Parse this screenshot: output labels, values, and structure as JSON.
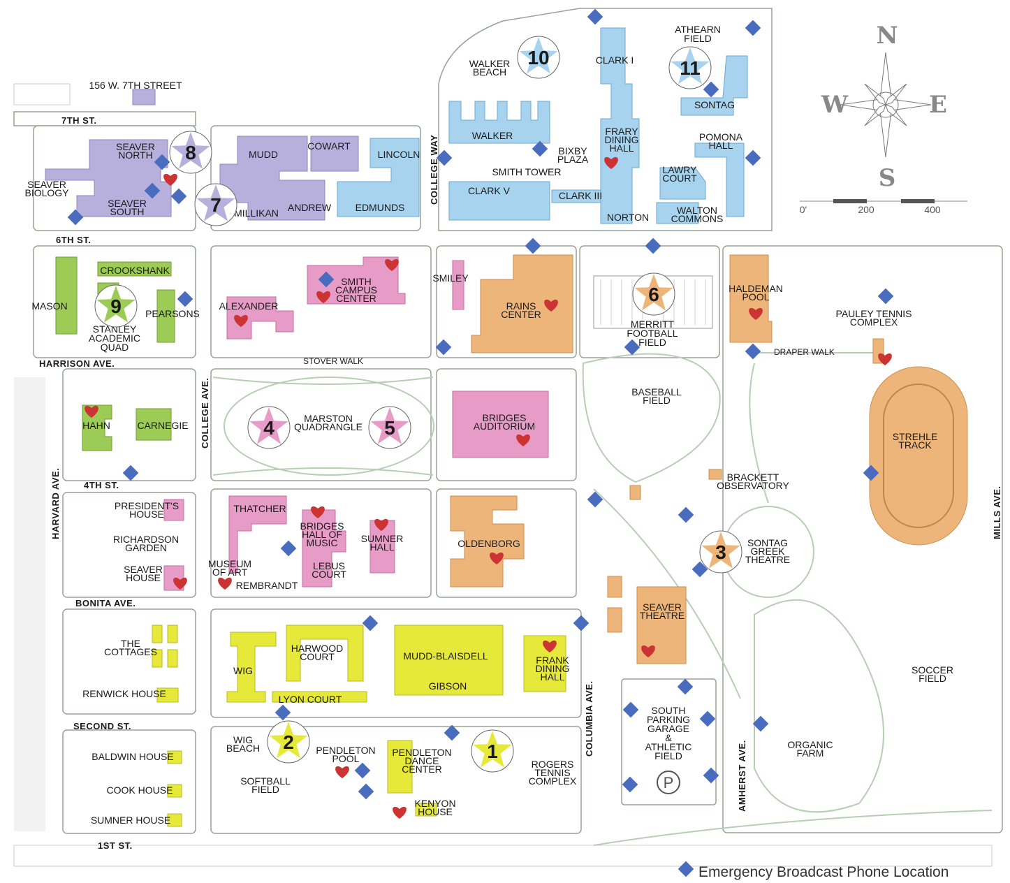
{
  "colors": {
    "purple": "#b7b0dc",
    "blue": "#a8d3ef",
    "pink": "#e69cc6",
    "orange": "#eeb57a",
    "green": "#9ccc55",
    "yellow": "#e6e83a",
    "phone": "#4a6cbf",
    "heart": "#cc3333",
    "road": "#e9e9e9"
  },
  "compass": {
    "n": "N",
    "s": "S",
    "e": "E",
    "w": "W"
  },
  "scale": {
    "labels": [
      "0'",
      "200",
      "400"
    ]
  },
  "legend": {
    "icon": "phone-diamond-icon",
    "label": "Emergency Broadcast Phone Location"
  },
  "streets": {
    "seventh": "7TH ST.",
    "sixth": "6TH ST.",
    "harrison": "HARRISON AVE.",
    "fourth": "4TH ST.",
    "bonita": "BONITA AVE.",
    "second": "SECOND ST.",
    "first": "1ST ST.",
    "college_ave_north": "COLLEGE AVE.",
    "college_way": "COLLEGE WAY",
    "harvard": "HARVARD AVE.",
    "columbia": "COLUMBIA AVE.",
    "amherst": "AMHERST AVE.",
    "mills": "MILLS AVE.",
    "stover_walk": "STOVER WALK",
    "draper_walk": "DRAPER WALK"
  },
  "buildings": {
    "w7th": "156 W. 7TH STREET",
    "seaver_north": [
      "SEAVER",
      "NORTH"
    ],
    "seaver_biology": [
      "SEAVER",
      "BIOLOGY"
    ],
    "seaver_south": [
      "SEAVER",
      "SOUTH"
    ],
    "mudd": "MUDD",
    "cowart": "COWART",
    "lincoln": "LINCOLN",
    "millikan": "MILLIKAN",
    "andrew": "ANDREW",
    "edmunds": "EDMUNDS",
    "walker_beach": [
      "WALKER",
      "BEACH"
    ],
    "walker": "WALKER",
    "clark_i": "CLARK I",
    "athearn": [
      "ATHEARN",
      "FIELD"
    ],
    "sontag": "SONTAG",
    "frary": [
      "FRARY",
      "DINING",
      "HALL"
    ],
    "bixby": [
      "BIXBY",
      "PLAZA"
    ],
    "smith_tower": "SMITH TOWER",
    "clark_v": "CLARK V",
    "clark_iii": "CLARK III",
    "norton": "NORTON",
    "pomona_hall": [
      "POMONA",
      "HALL"
    ],
    "lawry": [
      "LAWRY",
      "COURT"
    ],
    "walton": [
      "WALTON",
      "COMMONS"
    ],
    "crookshank": "CROOKSHANK",
    "mason": "MASON",
    "pearsons": "PEARSONS",
    "stanley": [
      "STANLEY",
      "ACADEMIC",
      "QUAD"
    ],
    "alexander": "ALEXANDER",
    "smith_center": [
      "SMITH",
      "CAMPUS",
      "CENTER"
    ],
    "smiley": "SMILEY",
    "rains": [
      "RAINS",
      "CENTER"
    ],
    "merritt": [
      "MERRITT",
      "FOOTBALL",
      "FIELD"
    ],
    "haldeman": [
      "HALDEMAN",
      "POOL"
    ],
    "pauley": [
      "PAULEY TENNIS",
      "COMPLEX"
    ],
    "hahn": "HAHN",
    "carnegie": "CARNEGIE",
    "marston": [
      "MARSTON",
      "QUADRANGLE"
    ],
    "bridges_aud": [
      "BRIDGES",
      "AUDITORIUM"
    ],
    "baseball": [
      "BASEBALL",
      "FIELD"
    ],
    "strehle": [
      "STREHLE",
      "TRACK"
    ],
    "brackett": [
      "BRACKETT",
      "OBSERVATORY"
    ],
    "presidents": [
      "PRESIDENT'S",
      "HOUSE"
    ],
    "richardson": [
      "RICHARDSON",
      "GARDEN"
    ],
    "seaver_house": [
      "SEAVER",
      "HOUSE"
    ],
    "thatcher": "THATCHER",
    "bridges_music": [
      "BRIDGES",
      "HALL OF",
      "MUSIC"
    ],
    "sumner_hall": [
      "SUMNER",
      "HALL"
    ],
    "oldenborg": "OLDENBORG",
    "sontag_greek": [
      "SONTAG",
      "GREEK",
      "THEATRE"
    ],
    "museum": [
      "MUSEUM",
      "OF ART"
    ],
    "lebus": [
      "LEBUS",
      "COURT"
    ],
    "rembrandt": "REMBRANDT",
    "seaver_theatre": [
      "SEAVER",
      "THEATRE"
    ],
    "cottages": [
      "THE",
      "COTTAGES"
    ],
    "renwick": "RENWICK HOUSE",
    "wig": "WIG",
    "harwood": [
      "HARWOOD",
      "COURT"
    ],
    "lyon": "LYON COURT",
    "mudd_blaisdell": "MUDD-BLAISDELL",
    "gibson": "GIBSON",
    "frank": [
      "FRANK",
      "DINING",
      "HALL"
    ],
    "soccer": [
      "SOCCER",
      "FIELD"
    ],
    "organic": [
      "ORGANIC",
      "FARM"
    ],
    "south_parking": [
      "SOUTH",
      "PARKING",
      "GARAGE",
      "&",
      "ATHLETIC",
      "FIELD"
    ],
    "parking_sign": "P",
    "wig_beach": [
      "WIG",
      "BEACH"
    ],
    "pendleton_pool": [
      "PENDLETON",
      "POOL"
    ],
    "pendleton_dance": [
      "PENDLETON",
      "DANCE",
      "CENTER"
    ],
    "rogers": [
      "ROGERS",
      "TENNIS",
      "COMPLEX"
    ],
    "softball": [
      "SOFTBALL",
      "FIELD"
    ],
    "kenyon": [
      "KENYON",
      "HOUSE"
    ],
    "baldwin": "BALDWIN HOUSE",
    "cook": "COOK HOUSE",
    "sumner_house": "SUMNER HOUSE"
  },
  "stars": [
    {
      "num": "1",
      "color": "yellow"
    },
    {
      "num": "2",
      "color": "yellow"
    },
    {
      "num": "3",
      "color": "orange"
    },
    {
      "num": "4",
      "color": "pink"
    },
    {
      "num": "5",
      "color": "pink"
    },
    {
      "num": "6",
      "color": "orange"
    },
    {
      "num": "7",
      "color": "purple"
    },
    {
      "num": "8",
      "color": "purple"
    },
    {
      "num": "9",
      "color": "green"
    },
    {
      "num": "10",
      "color": "blue"
    },
    {
      "num": "11",
      "color": "blue"
    }
  ]
}
